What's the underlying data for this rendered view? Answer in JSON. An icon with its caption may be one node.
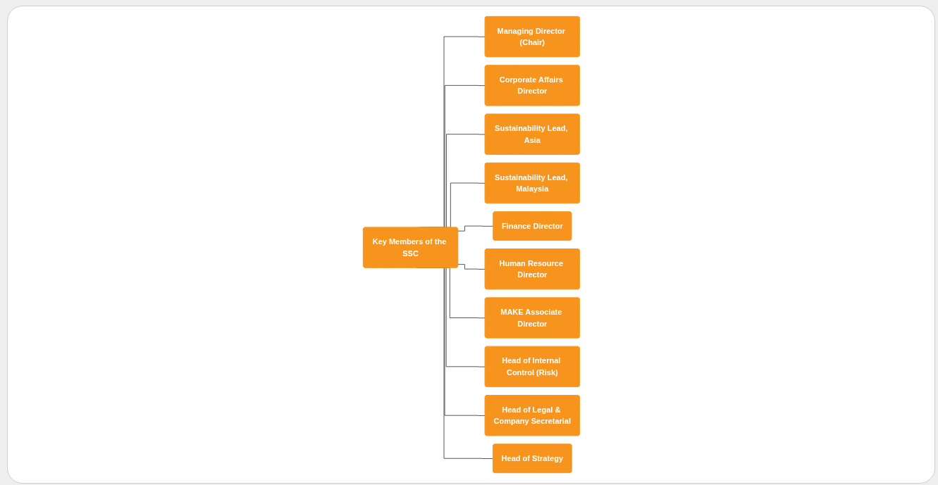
{
  "diagram": {
    "nodes": [
      {
        "text": [
          "Key Members of the SSC"
        ]
      },
      {
        "text": [
          "Managing Director (Chair)"
        ]
      },
      {
        "text": [
          "Corporate Affairs Director"
        ]
      },
      {
        "text": [
          "Sustainability Lead, Asia"
        ]
      },
      {
        "text": [
          "Sustainability Lead, Malaysia"
        ]
      },
      {
        "text": [
          "Finance Director"
        ]
      },
      {
        "text": [
          "Human Resource Director"
        ]
      },
      {
        "text": [
          "MAKE Associate Director"
        ]
      },
      {
        "text": [
          "Head of Internal Control (Risk)"
        ]
      },
      {
        "text": [
          "Head of Legal & Company Secretarial"
        ]
      },
      {
        "text": [
          "Head of Strategy"
        ]
      }
    ],
    "edges": [
      {
        "from": 0,
        "to": 1,
        "arrow": "none"
      },
      {
        "from": 0,
        "to": 2,
        "arrow": "none"
      },
      {
        "from": 0,
        "to": 3,
        "arrow": "none"
      },
      {
        "from": 0,
        "to": 4,
        "arrow": "none"
      },
      {
        "from": 0,
        "to": 5,
        "arrow": "none"
      },
      {
        "from": 0,
        "to": 6,
        "arrow": "none"
      },
      {
        "from": 0,
        "to": 7,
        "arrow": "none"
      },
      {
        "from": 0,
        "to": 8,
        "arrow": "none"
      },
      {
        "from": 0,
        "to": 9,
        "arrow": "none"
      },
      {
        "from": 0,
        "to": 10,
        "arrow": "none"
      }
    ]
  }
}
